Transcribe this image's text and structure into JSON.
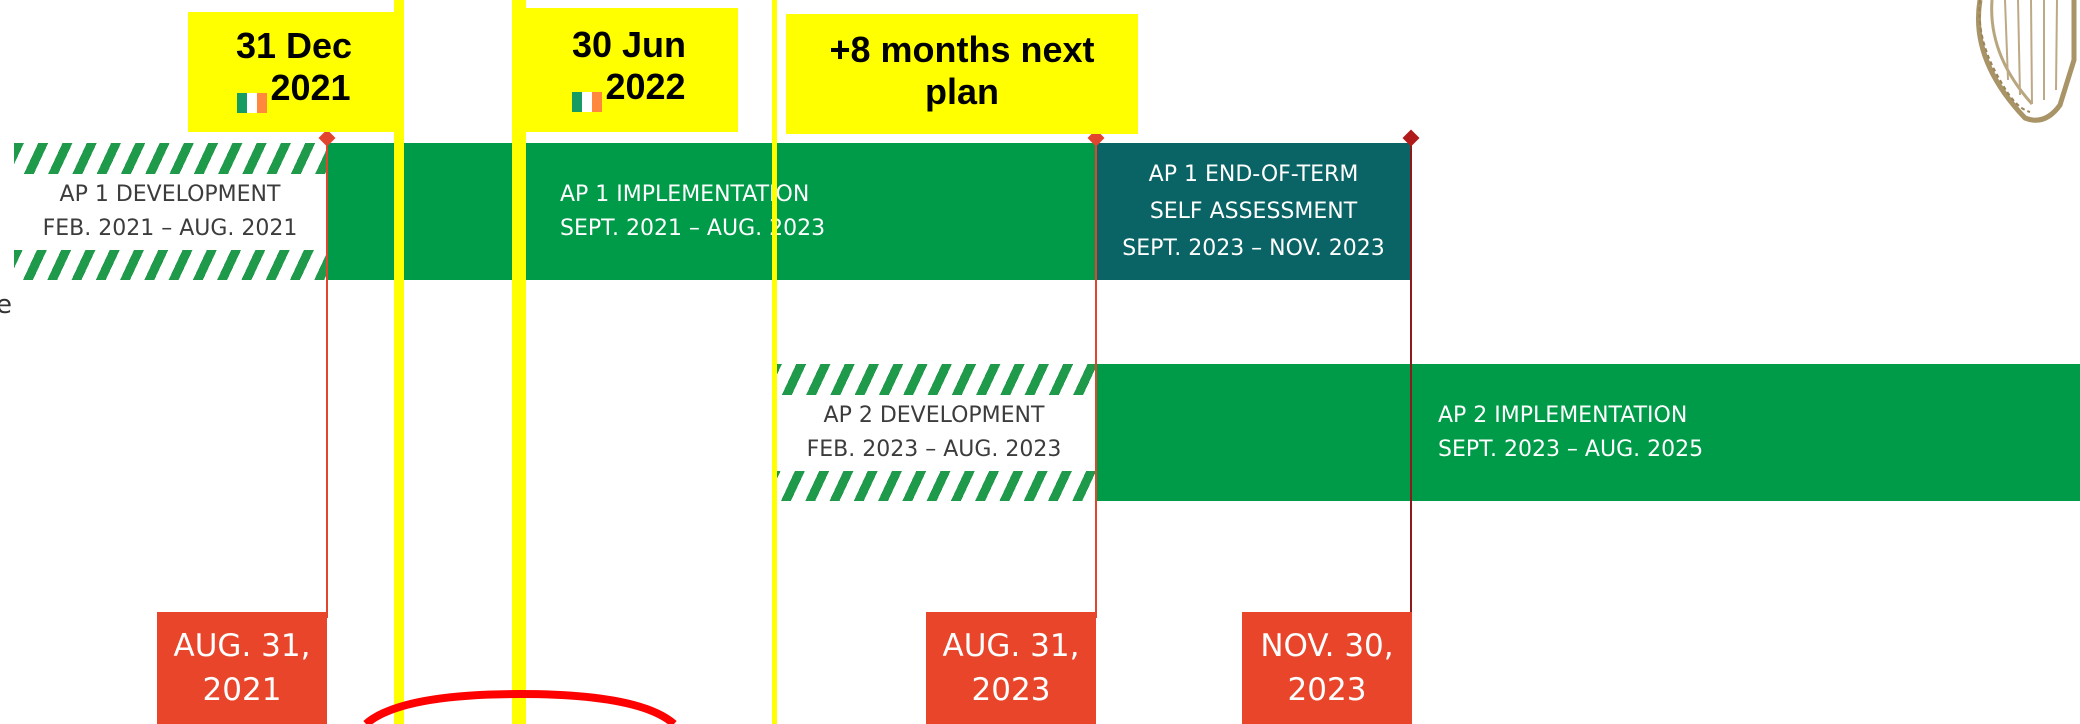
{
  "annotations": [
    {
      "line1": "31 Dec",
      "line2": "2021"
    },
    {
      "line1": "30 Jun",
      "line2": "2022"
    },
    {
      "line1": "+8 months next",
      "line2": "plan"
    }
  ],
  "flag_colors": [
    "#169b62",
    "#ffffff",
    "#ff883e"
  ],
  "timeline": {
    "ap1_development": {
      "title": "AP 1 DEVELOPMENT",
      "dates": "FEB. 2021 – AUG. 2021"
    },
    "ap1_implementation": {
      "title": "AP 1 IMPLEMENTATION",
      "dates": "SEPT. 2021 – AUG. 2023"
    },
    "ap1_self_assessment": {
      "line1": "AP 1 END-OF-TERM",
      "line2": "SELF ASSESSMENT",
      "dates": "SEPT. 2023 – NOV. 2023"
    },
    "ap2_development": {
      "title": "AP 2  DEVELOPMENT",
      "dates": "FEB. 2023 – AUG. 2023"
    },
    "ap2_implementation": {
      "title": "AP 2 IMPLEMENTATION",
      "dates": "SEPT. 2023 – AUG. 2025"
    }
  },
  "milestones": [
    {
      "line1": "AUG. 31,",
      "line2": "2021"
    },
    {
      "line1": "AUG. 31,",
      "line2": "2023"
    },
    {
      "line1": "NOV. 30,",
      "line2": "2023"
    }
  ],
  "left_fragment": "e",
  "colors": {
    "green": "#009b48",
    "teal": "#0a6465",
    "milestone_red": "#e8452a",
    "highlight_yellow": "#ffff00",
    "circle_red": "#ff0000"
  }
}
